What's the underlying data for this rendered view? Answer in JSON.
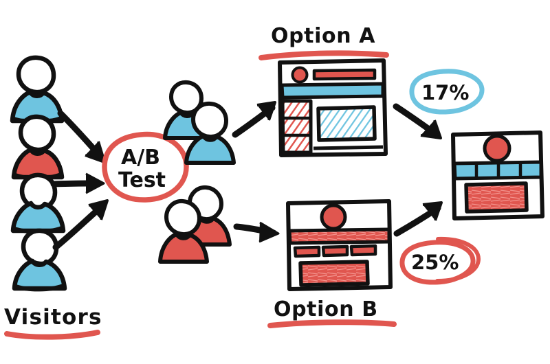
{
  "diagram": {
    "type": "flow",
    "title_visible": false,
    "style": "hand-drawn sketch / whiteboard",
    "palette": {
      "ink": "#111111",
      "red": "#e0564f",
      "blue": "#6ec4e0",
      "background": "#ffffff"
    },
    "labels": {
      "visitors": "Visitors",
      "ab_test_line1": "A/B",
      "ab_test_line2": "Test",
      "option_a": "Option A",
      "option_b": "Option B",
      "rate_a": "17%",
      "rate_b": "25%"
    },
    "visitor_group": {
      "name": "Visitors",
      "count": 4,
      "people": [
        {
          "index": 1,
          "shirt_color": "#6ec4e0",
          "shirt_name": "blue"
        },
        {
          "index": 2,
          "shirt_color": "#e0564f",
          "shirt_name": "red"
        },
        {
          "index": 3,
          "shirt_color": "#6ec4e0",
          "shirt_name": "blue"
        },
        {
          "index": 4,
          "shirt_color": "#6ec4e0",
          "shirt_name": "blue"
        }
      ]
    },
    "split_node": {
      "label_line1": "A/B",
      "label_line2": "Test",
      "shape": "circle",
      "stroke_color": "#e0564f"
    },
    "branches": [
      {
        "id": "a",
        "option_label": "Option A",
        "underline_color": "#e0564f",
        "audience": {
          "count": 2,
          "shirt_color": "#6ec4e0",
          "shirt_name": "blue"
        },
        "conversion_rate": "17%",
        "rate_value": 17,
        "rate_circle_color": "#6ec4e0",
        "rate_circle_passes": 1,
        "winner": false,
        "wireframe": {
          "name": "option-a-wireframe",
          "logo_shape": "circle",
          "logo_color": "#e0564f",
          "title_bar_color": "#e0564f",
          "nav_bar_color": "#6em",
          "nav_bar_color_hex": "#6ec4e0",
          "sidebar_color": "#e0564f",
          "sidebar_segments": 3,
          "content_block_color": "#6ec4e0",
          "content_block_fill": "hatched"
        }
      },
      {
        "id": "b",
        "option_label": "Option B",
        "underline_color": "#e0564f",
        "audience": {
          "count": 2,
          "shirt_color": "#e0564f",
          "shirt_name": "red"
        },
        "conversion_rate": "25%",
        "rate_value": 25,
        "rate_circle_color": "#e0564f",
        "rate_circle_passes": 2,
        "winner": true,
        "wireframe": {
          "name": "option-b-wireframe",
          "logo_shape": "circle",
          "logo_color": "#e0564f",
          "nav_bar_color_hex": "#e0564f",
          "button_count": 3,
          "button_color": "#e0564f",
          "content_block_color": "#e0564f",
          "content_block_fill": "solid-scribble"
        }
      }
    ],
    "result": {
      "name": "winning-layout",
      "derived_from": "Option B",
      "logo_shape": "circle",
      "logo_color": "#e0564f",
      "nav_bar_color": "#6ec4e0",
      "nav_segments": 4,
      "content_block_color": "#e0564f"
    },
    "arrows": [
      {
        "from": "visitor-1",
        "to": "ab-test",
        "direction": "down-right"
      },
      {
        "from": "visitor-3",
        "to": "ab-test",
        "direction": "right"
      },
      {
        "from": "visitor-4",
        "to": "ab-test",
        "direction": "up-right"
      },
      {
        "from": "audience-a",
        "to": "option-a-wireframe",
        "direction": "up-right"
      },
      {
        "from": "audience-b",
        "to": "option-b-wireframe",
        "direction": "right"
      },
      {
        "from": "rate-a",
        "to": "winning-layout",
        "direction": "down-right"
      },
      {
        "from": "option-b-wireframe",
        "to": "winning-layout",
        "direction": "up-right"
      }
    ]
  }
}
